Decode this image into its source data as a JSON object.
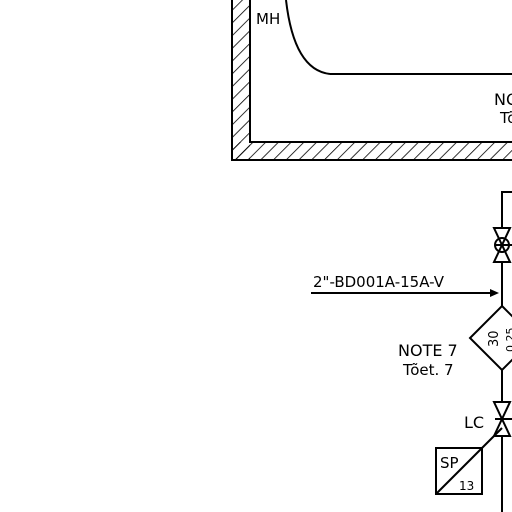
{
  "labels": {
    "manhole": "MH",
    "note_top_en": "NO",
    "note_top_local": "Tõ",
    "line_tag": "2\"-BD001A-15A-V",
    "diamond_value": "30",
    "diamond_value_partial": "0.25",
    "note7_en": "NOTE 7",
    "note7_local": "Tõet. 7",
    "valve_lc": "LC",
    "spec_box_top": "SP",
    "spec_box_bottom": "13"
  },
  "colors": {
    "line": "#000000",
    "background": "#ffffff"
  }
}
